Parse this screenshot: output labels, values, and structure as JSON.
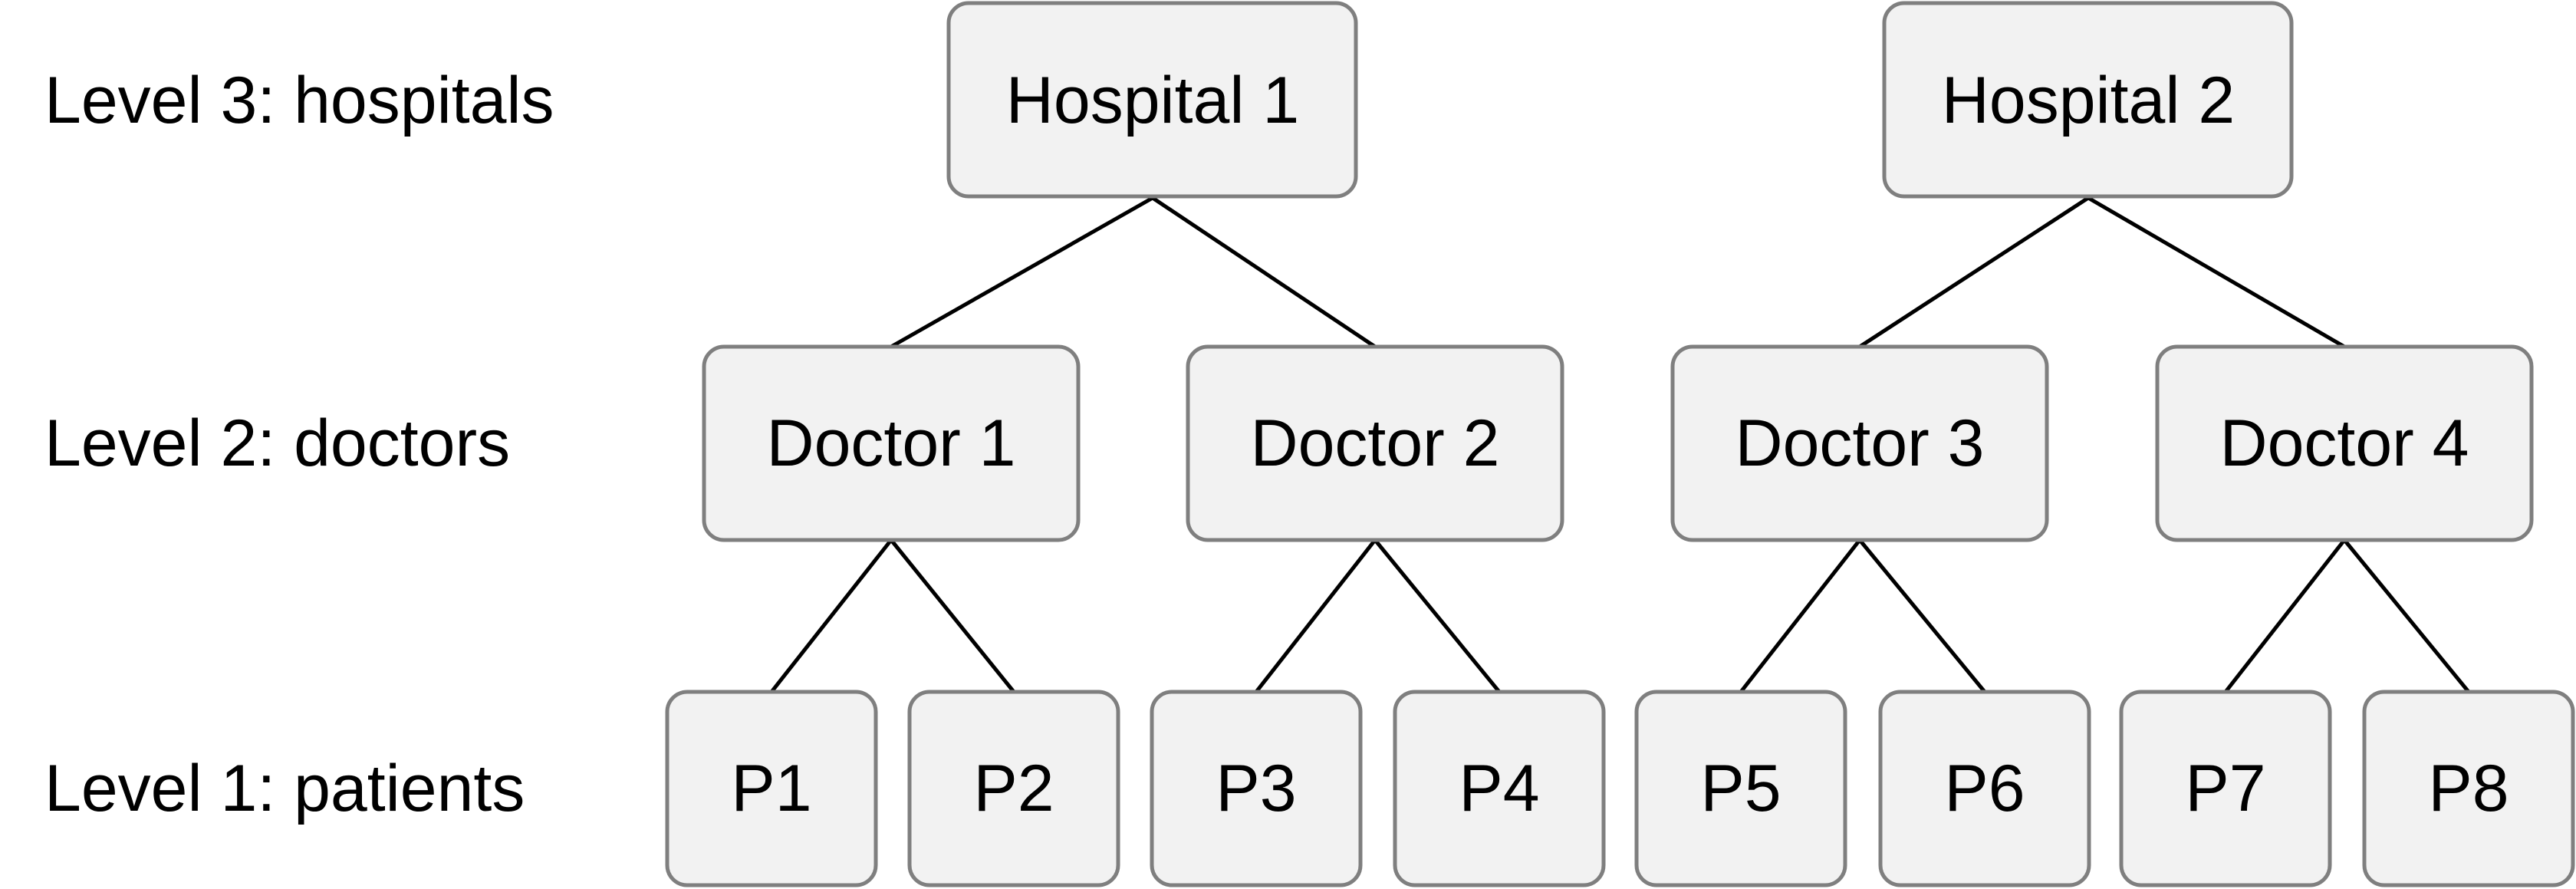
{
  "levels": {
    "level3": "Level 3: hospitals",
    "level2": "Level 2: doctors",
    "level1": "Level 1: patients"
  },
  "hospitals": {
    "h1": "Hospital 1",
    "h2": "Hospital 2"
  },
  "doctors": {
    "d1": "Doctor 1",
    "d2": "Doctor 2",
    "d3": "Doctor 3",
    "d4": "Doctor 4"
  },
  "patients": {
    "p1": "P1",
    "p2": "P2",
    "p3": "P3",
    "p4": "P4",
    "p5": "P5",
    "p6": "P6",
    "p7": "P7",
    "p8": "P8"
  },
  "colors": {
    "node_fill": "#f2f2f2",
    "node_border": "#7f7f7f",
    "edge": "#000000",
    "text": "#000000"
  }
}
